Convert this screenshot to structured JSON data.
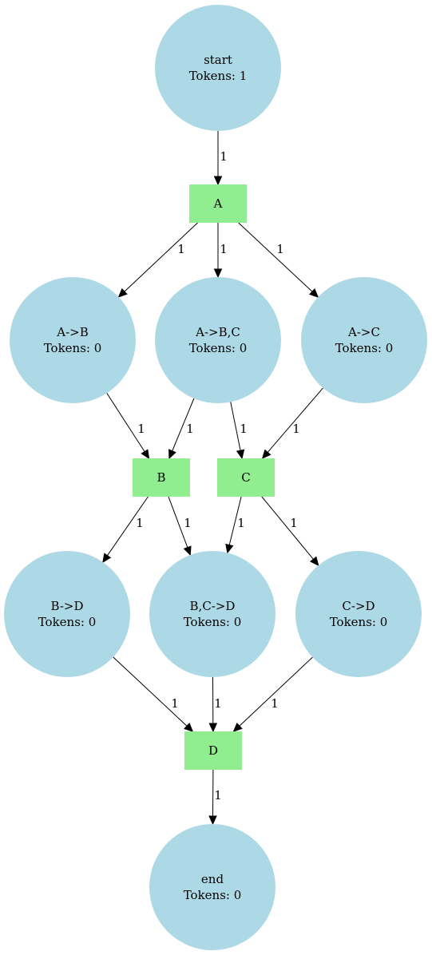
{
  "colors": {
    "place_fill": "#add8e6",
    "transition_fill": "#90ee90",
    "arc": "#000000",
    "text": "#000000",
    "background": "#ffffff"
  },
  "places": [
    {
      "id": "start",
      "name": "start",
      "tokens_text": "Tokens: 1"
    },
    {
      "id": "AB",
      "name": "A->B",
      "tokens_text": "Tokens: 0"
    },
    {
      "id": "ABC",
      "name": "A->B,C",
      "tokens_text": "Tokens: 0"
    },
    {
      "id": "AC",
      "name": "A->C",
      "tokens_text": "Tokens: 0"
    },
    {
      "id": "BD",
      "name": "B->D",
      "tokens_text": "Tokens: 0"
    },
    {
      "id": "BCD",
      "name": "B,C->D",
      "tokens_text": "Tokens: 0"
    },
    {
      "id": "CD",
      "name": "C->D",
      "tokens_text": "Tokens: 0"
    },
    {
      "id": "end",
      "name": "end",
      "tokens_text": "Tokens: 0"
    }
  ],
  "transitions": [
    {
      "id": "A",
      "name": "A"
    },
    {
      "id": "B",
      "name": "B"
    },
    {
      "id": "C",
      "name": "C"
    },
    {
      "id": "D",
      "name": "D"
    }
  ],
  "arcs": [
    {
      "id": "start-A",
      "from": "start",
      "to": "A",
      "weight": "1"
    },
    {
      "id": "A-AB",
      "from": "A",
      "to": "AB",
      "weight": "1"
    },
    {
      "id": "A-ABC",
      "from": "A",
      "to": "ABC",
      "weight": "1"
    },
    {
      "id": "A-AC",
      "from": "A",
      "to": "AC",
      "weight": "1"
    },
    {
      "id": "AB-B",
      "from": "AB",
      "to": "B",
      "weight": "1"
    },
    {
      "id": "ABC-B",
      "from": "ABC",
      "to": "B",
      "weight": "1"
    },
    {
      "id": "ABC-C",
      "from": "ABC",
      "to": "C",
      "weight": "1"
    },
    {
      "id": "AC-C",
      "from": "AC",
      "to": "C",
      "weight": "1"
    },
    {
      "id": "B-BD",
      "from": "B",
      "to": "BD",
      "weight": "1"
    },
    {
      "id": "B-BCD",
      "from": "B",
      "to": "BCD",
      "weight": "1"
    },
    {
      "id": "C-BCD",
      "from": "C",
      "to": "BCD",
      "weight": "1"
    },
    {
      "id": "C-CD",
      "from": "C",
      "to": "CD",
      "weight": "1"
    },
    {
      "id": "BD-D",
      "from": "BD",
      "to": "D",
      "weight": "1"
    },
    {
      "id": "BCD-D",
      "from": "BCD",
      "to": "D",
      "weight": "1"
    },
    {
      "id": "CD-D",
      "from": "CD",
      "to": "D",
      "weight": "1"
    },
    {
      "id": "D-end",
      "from": "D",
      "to": "end",
      "weight": "1"
    }
  ]
}
